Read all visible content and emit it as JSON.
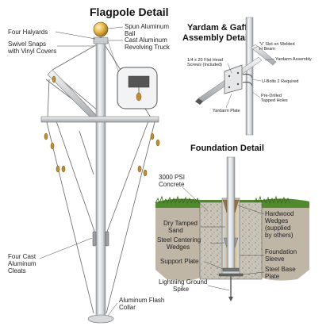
{
  "titles": {
    "flagpole": "Flagpole Detail",
    "yardarm_line1": "Yardam & Gaff",
    "yardarm_line2": "Assembly Detail",
    "foundation": "Foundation Detail"
  },
  "flagpole_labels": {
    "spun_ball_1": "Spun Aluminum",
    "spun_ball_2": "Ball",
    "halyards": "Four Halyards",
    "truck_1": "Cast Aluminum",
    "truck_2": "Revolving Truck",
    "swivel_1": "Swivel Snaps",
    "swivel_2": "with Vinyl Covers",
    "cleats_1": "Four Cast",
    "cleats_2": "Aluminum",
    "cleats_3": "Cleats",
    "collar_1": "Aluminum Flash",
    "collar_2": "Collar"
  },
  "yardarm_labels": {
    "v_slot_1": "'V' Slot on Welded",
    "v_slot_2": "H Beam",
    "screws_1": "1/4 x 20 Flat Head",
    "screws_2": "Screws (Included)",
    "assembly": "Yardarm Assembly",
    "ubolts": "U-Bolts 2 Required",
    "tapped_1": "Pre-Drilled",
    "tapped_2": "Tapped Holes",
    "plate": "Yardarm Plate"
  },
  "foundation_labels": {
    "concrete_1": "3000 PSI",
    "concrete_2": "Concrete",
    "sand_1": "Dry Tamped",
    "sand_2": "Sand",
    "centering_1": "Steel Centering",
    "centering_2": "Wedges",
    "support": "Support Plate",
    "spike_1": "Lightning Ground",
    "spike_2": "Spike",
    "hardwood_1": "Hardwood",
    "hardwood_2": "Wedges",
    "hardwood_3": "(supplied",
    "hardwood_4": "by others)",
    "sleeve_1": "Foundation",
    "sleeve_2": "Sleeve",
    "baseplate_1": "Steel Base",
    "baseplate_2": "Plate"
  },
  "colors": {
    "pole_light": "#eceef0",
    "pole_dark": "#a9adb2",
    "ball": "#e8b84a",
    "grass": "#4f8a2c",
    "soil": "#8a7a5c",
    "concrete": "#c9c4b8",
    "line": "#444444"
  }
}
